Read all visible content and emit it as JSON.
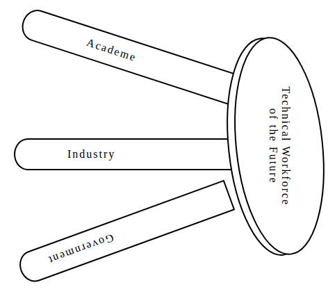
{
  "diagram": {
    "nodes": [
      {
        "text": [
          "Academe"
        ]
      },
      {
        "text": [
          "Industry"
        ]
      },
      {
        "text": [
          "Government"
        ]
      },
      {
        "text": [
          "Technical Workforce of the Future"
        ]
      }
    ]
  }
}
